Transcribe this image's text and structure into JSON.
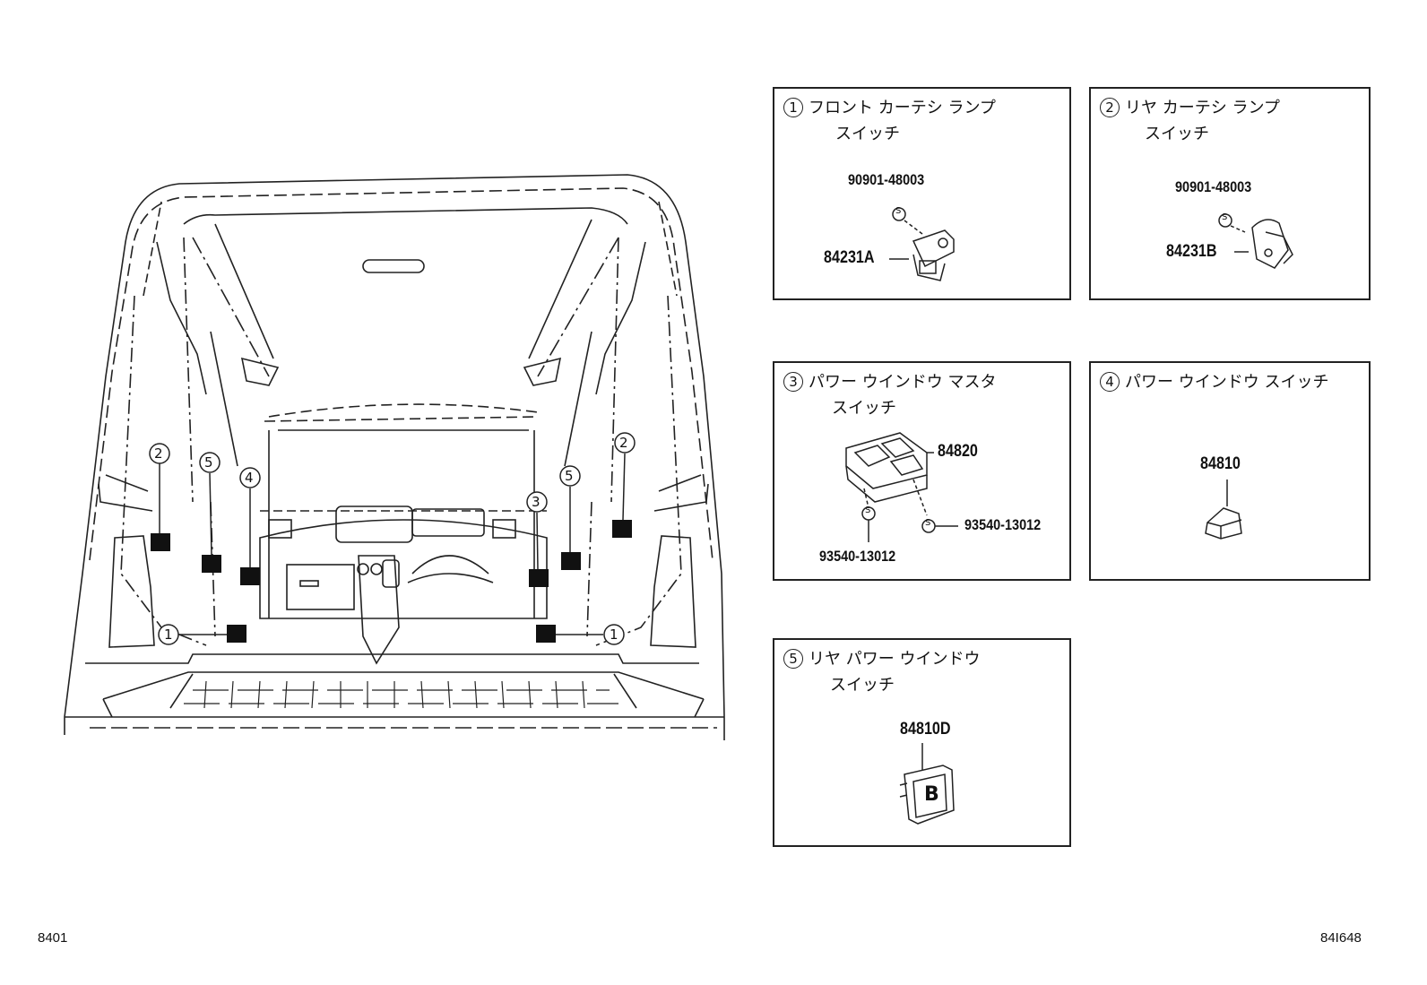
{
  "panels": [
    {
      "id": "1",
      "title": "フロント カーテシ ランプ",
      "subtitle": "スイッチ",
      "parts": {
        "bolt": "90901-48003",
        "main": "84231A"
      }
    },
    {
      "id": "2",
      "title": "リヤ カーテシ ランプ",
      "subtitle": "スイッチ",
      "parts": {
        "bolt": "90901-48003",
        "main": "84231B"
      }
    },
    {
      "id": "3",
      "title": "パワー ウインドウ マスタ",
      "subtitle": "スイッチ",
      "parts": {
        "main": "84820",
        "screw_right": "93540-13012",
        "screw_left": "93540-13012"
      }
    },
    {
      "id": "4",
      "title": "パワー ウインドウ スイッチ",
      "subtitle": "",
      "parts": {
        "main": "84810"
      }
    },
    {
      "id": "5",
      "title": "リヤ パワー ウインドウ",
      "subtitle": "スイッチ",
      "parts": {
        "main": "84810D"
      }
    }
  ],
  "callouts": {
    "c1": "1",
    "c2": "2",
    "c3": "3",
    "c4": "4",
    "c5": "5"
  },
  "s_mark": "S",
  "glyph_b": "B",
  "codes": {
    "left": "8401",
    "right": "84I648"
  }
}
